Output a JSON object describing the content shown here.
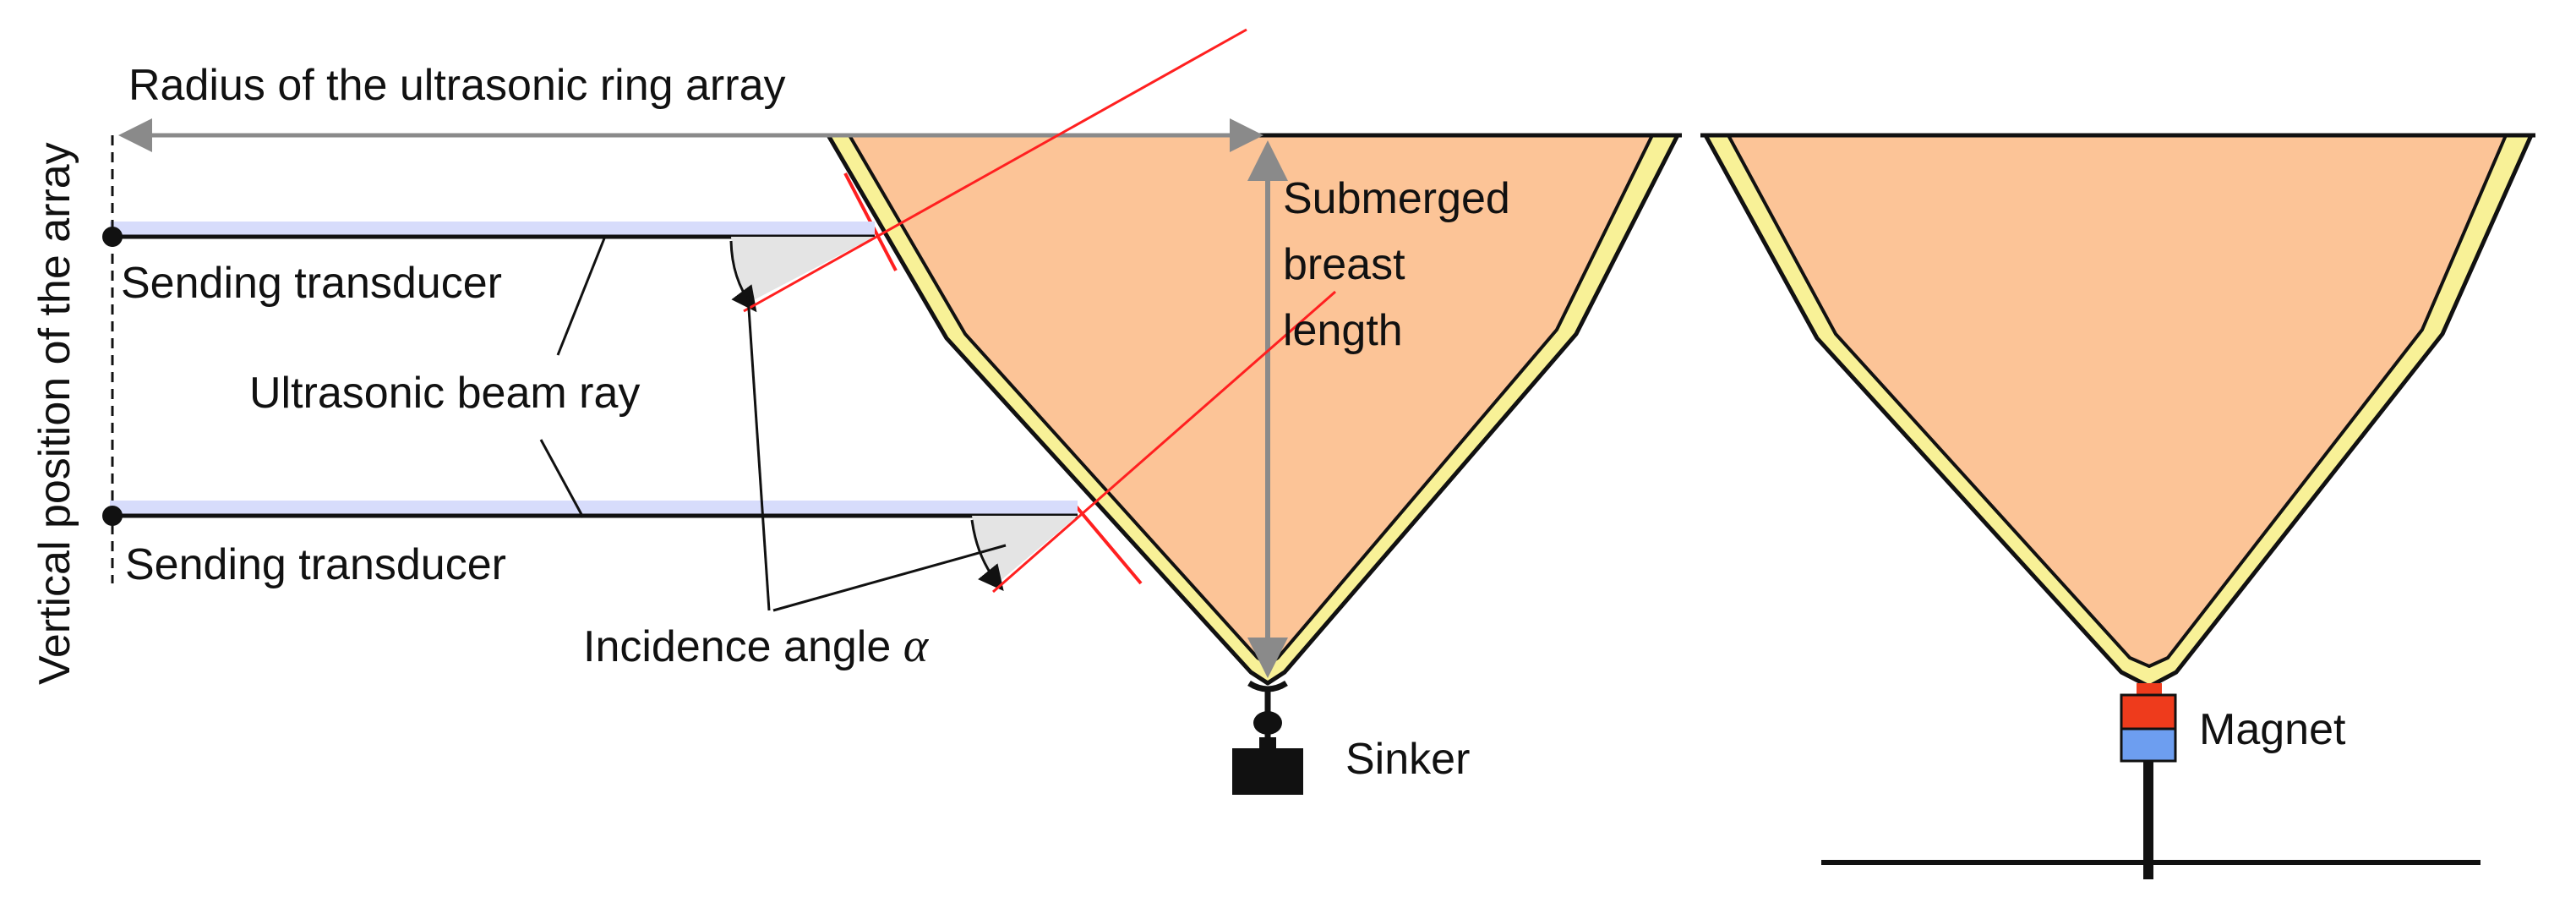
{
  "labels": {
    "vertical_axis": "Vertical position of the array",
    "radius": "Radius of the ultrasonic ring array",
    "sending_transducer_top": "Sending transducer",
    "sending_transducer_bottom": "Sending transducer",
    "beam_ray": "Ultrasonic beam ray",
    "incidence_angle": "Incidence angle ",
    "alpha": "α",
    "submerged_line1": "Submerged",
    "submerged_line2": "breast",
    "submerged_line3": "length",
    "sinker": "Sinker",
    "magnet": "Magnet"
  },
  "colors": {
    "breast_fill": "#fcc497",
    "skin_band": "#f8f197",
    "outline": "#111111",
    "arrow_gray": "#8a8a8a",
    "beam_glow": "#d7dcfb",
    "red_line": "#ff2020",
    "angle_fill": "#e4e4e4",
    "magnet_red": "#ee3b1c",
    "magnet_blue": "#6d9ef0"
  }
}
